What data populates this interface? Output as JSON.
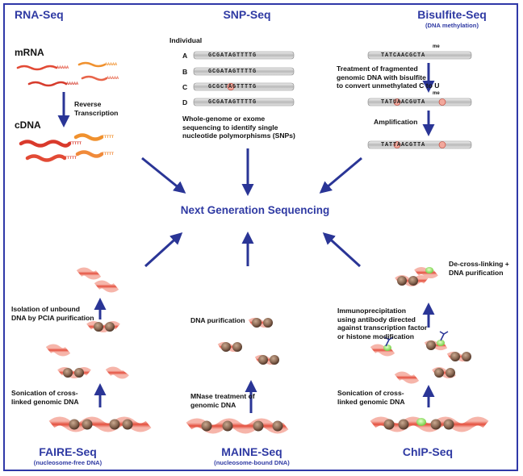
{
  "titles": {
    "rna_seq": "RNA-Seq",
    "snp_seq": "SNP-Seq",
    "bisulfite_seq": "Bisulfite-Seq",
    "bisulfite_sub": "(DNA methylation)",
    "faire_seq": "FAIRE-Seq",
    "faire_sub": "(nucleosome-free DNA)",
    "maine_seq": "MAINE-Seq",
    "maine_sub": "(nucleosome-bound DNA)",
    "chip_seq": "ChIP-Seq"
  },
  "center_label": "Next Generation Sequencing",
  "rna": {
    "mrna": "mRNA",
    "cdna": "cDNA",
    "rt_line1": "Reverse",
    "rt_line2": "Transcription",
    "poly_a": "AAAAA",
    "poly_t": "TTTTT"
  },
  "snp": {
    "individual": "Individual",
    "rows": [
      {
        "label": "A",
        "seq": "GCGATAGTTTTG"
      },
      {
        "label": "B",
        "seq": "GCGATAGTTTTG"
      },
      {
        "label": "C",
        "seq": "GCGCTAGTTTTG"
      },
      {
        "label": "D",
        "seq": "GCGATAGTTTTG"
      }
    ],
    "desc_line1": "Whole-genome or exome",
    "desc_line2": "sequencing to identify single",
    "desc_line3": "nucleotide polymorphisms (SNPs)"
  },
  "bisulfite": {
    "seq1": "TATCAACGCTA",
    "seq2": "TATUAACGUTA",
    "seq3": "TATTAACGTTA",
    "me": "me",
    "step1_line1": "Treatment of fragmented",
    "step1_line2": "genomic DNA with bisulfite",
    "step1_line3": "to convert unmethylated C to U",
    "step2": "Amplification"
  },
  "faire": {
    "step1_line1": "Sonication of cross-",
    "step1_line2": "linked genomic DNA",
    "step2_line1": "Isolation of unbound",
    "step2_line2": "DNA by PCIA purification"
  },
  "maine": {
    "step1_line1": "MNase treatment of",
    "step1_line2": "genomic DNA",
    "step2": "DNA purification"
  },
  "chip": {
    "step1_line1": "Sonication of cross-",
    "step1_line2": "linked genomic DNA",
    "step2_line1": "Immunoprecipitation",
    "step2_line2": "using antibody directed",
    "step2_line3": "against transcription factor",
    "step2_line4": "or histone modification",
    "step3_line1": "De-cross-linking +",
    "step3_line2": "DNA purification"
  },
  "colors": {
    "title_blue": "#2f3aa3",
    "arrow_blue": "#2a3596",
    "dna_red": "#e8594a",
    "dna_light": "#f7b7ac",
    "nucleosome": "#8c6a55",
    "protein_green": "#9be06a",
    "rna_orange": "#f0912e"
  }
}
